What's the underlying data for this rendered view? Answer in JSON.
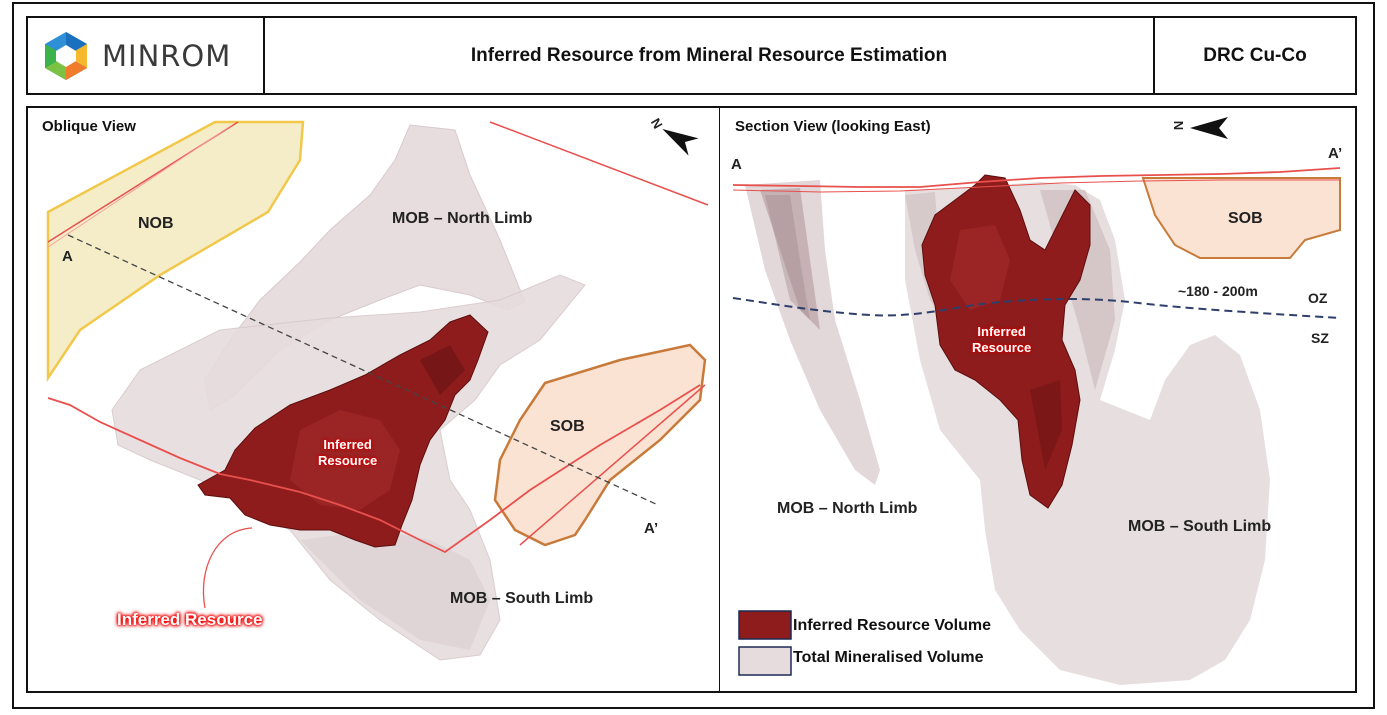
{
  "header": {
    "brand": "MINROM",
    "title": "Inferred Resource from Mineral Resource Estimation",
    "region": "DRC Cu-Co"
  },
  "oblique": {
    "title": "Oblique View",
    "north_label": "N",
    "section_start": "A",
    "section_end": "A’",
    "nob_label": "NOB",
    "mob_north_label": "MOB – North Limb",
    "mob_south_label": "MOB – South Limb",
    "sob_label": "SOB",
    "inferred_label_line1": "Inferred",
    "inferred_label_line2": "Resource",
    "inferred_callout": "Inferred Resource"
  },
  "section": {
    "title": "Section View (looking East)",
    "north_label": "N",
    "section_start": "A",
    "section_end": "A’",
    "sob_label": "SOB",
    "depth_label": "~180 - 200m",
    "oz_label": "OZ",
    "sz_label": "SZ",
    "inferred_label_line1": "Inferred",
    "inferred_label_line2": "Resource",
    "mob_north_label": "MOB – North Limb",
    "mob_south_label": "MOB – South Limb"
  },
  "legend": {
    "items": [
      {
        "label": "Inferred Resource Volume",
        "color": "#8e1c1c"
      },
      {
        "label": "Total Mineralised Volume",
        "color": "#e6dcdd"
      }
    ]
  },
  "colors": {
    "nob_fill": "#f5edc8",
    "nob_stroke": "#f2c84b",
    "sob_fill": "#fbe3d3",
    "sob_stroke": "#c87a3a",
    "mineralised": "#e6dcdd",
    "inferred": "#8e1c1c",
    "trace_red": "#e8504d",
    "water_line": "#2f3f6b"
  }
}
